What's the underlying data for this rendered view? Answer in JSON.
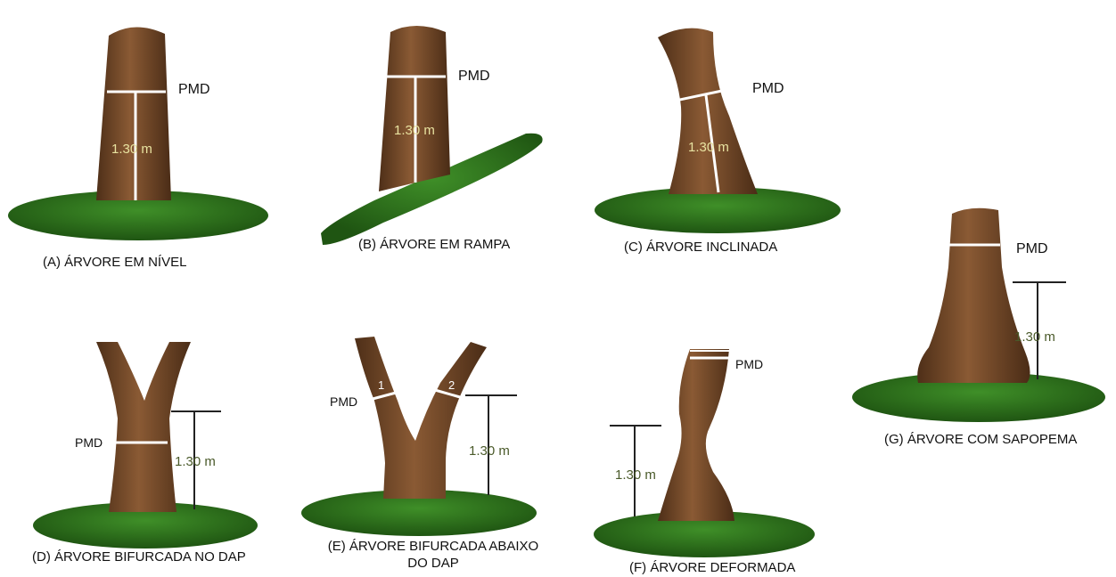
{
  "labels": {
    "pmd": "PMD",
    "height": "1.30 m",
    "stem1": "1",
    "stem2": "2"
  },
  "captions": {
    "a": "(A) ÁRVORE EM NÍVEL",
    "b": "(B) ÁRVORE EM RAMPA",
    "c": "(C) ÁRVORE INCLINADA",
    "d": "(D) ÁRVORE BIFURCADA NO DAP",
    "e_line1": "(E) ÁRVORE BIFURCADA ABAIXO",
    "e_line2": "DO DAP",
    "f": "(F) ÁRVORE DEFORMADA",
    "g": "(G) ÁRVORE COM SAPOPEMA"
  },
  "colors": {
    "bark": "#7a4e2c",
    "bark_dark": "#4e2f18",
    "grass": "#2f7a1e",
    "grass_dark": "#1f5512",
    "inner_label": "#e8e2a0",
    "outer_label": "#4a5a2a"
  }
}
